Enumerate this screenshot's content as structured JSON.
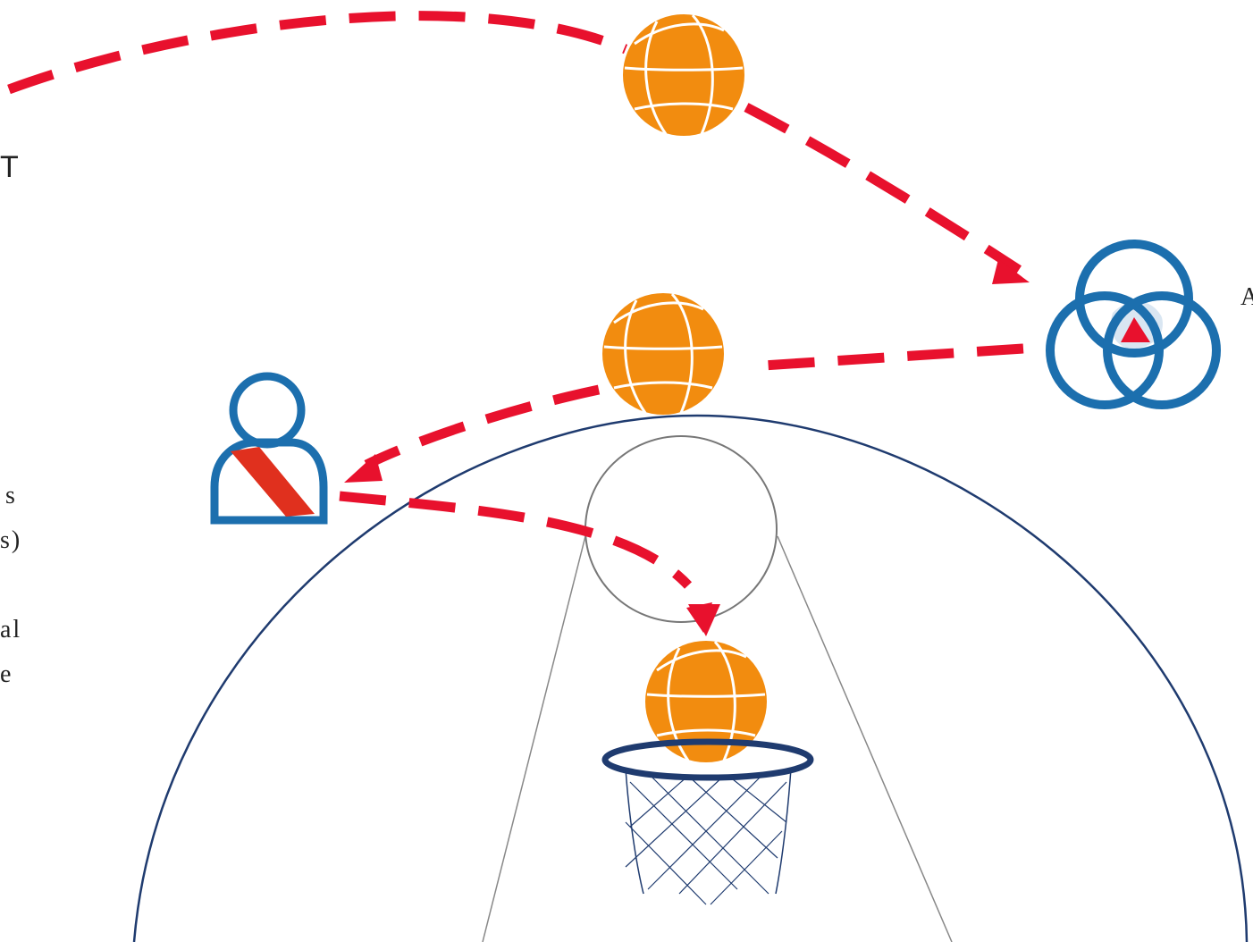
{
  "labels": {
    "left_top_fragment": "T",
    "right_fragment": "A",
    "left_lines": [
      "s",
      "s)",
      "",
      "al",
      "e"
    ]
  },
  "colors": {
    "arrow": "#e8112d",
    "ball": "#f28c0f",
    "court_line": "#1f3b6f",
    "venn_stroke": "#1c6fae",
    "venn_fill": "#d9e6f2",
    "person_stroke": "#1c6fae",
    "sash": "#e0301e",
    "thin_line": "#888888"
  },
  "icons": [
    "basketball-icon",
    "venn-diagram-icon",
    "person-icon",
    "basketball-hoop-icon"
  ]
}
